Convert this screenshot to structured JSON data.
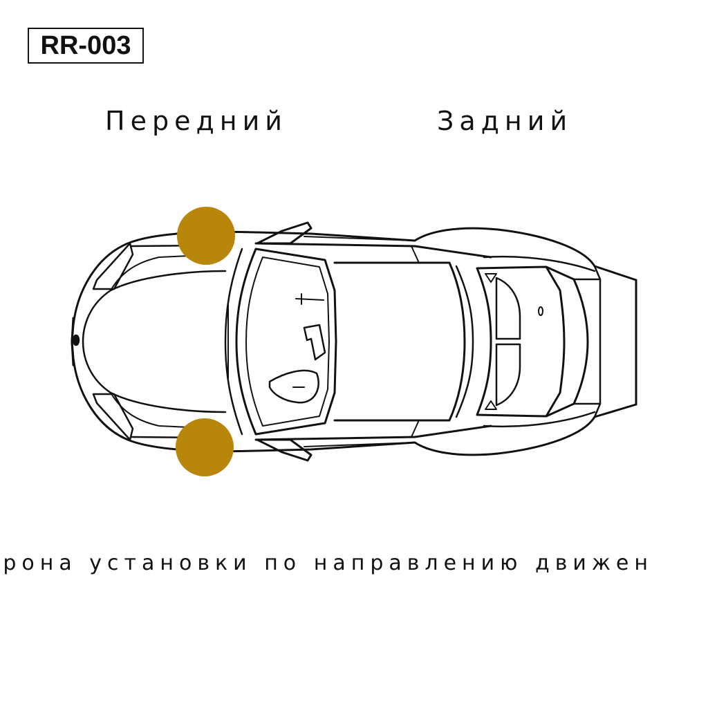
{
  "product_code": "RR-003",
  "labels": {
    "front": "Передний",
    "rear": "Задний"
  },
  "caption": "орона установки по направлению движен",
  "markers": {
    "color": "#B8860B",
    "count": 2
  },
  "colors": {
    "outline": "#111111",
    "background": "#FFFFFF",
    "marker": "#B8860B"
  }
}
